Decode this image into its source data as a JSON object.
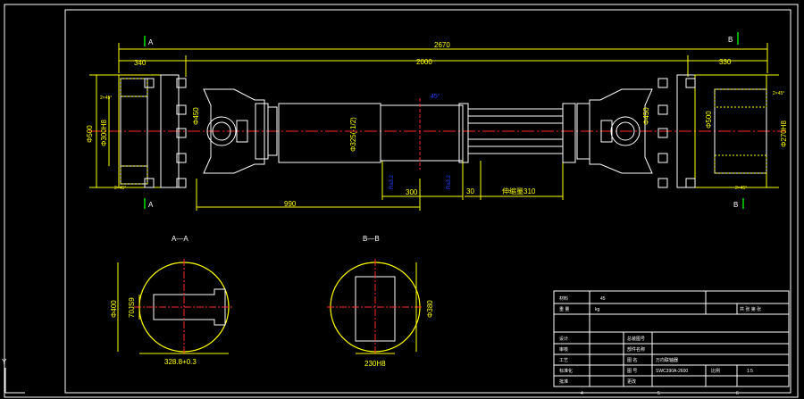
{
  "dimensions": {
    "overall_length": "2670",
    "left_flange": "340",
    "middle_span": "2000",
    "right_flange": "330",
    "joint_span": "990",
    "tube_seg": "300",
    "spline_gap": "30",
    "spline_travel": "伸缩量310",
    "phi500_left": "Φ500",
    "phi300_left": "Φ300H8",
    "phi450_left": "Φ450",
    "phi_center": "Φ325(-1/2)",
    "phi450_right": "Φ450",
    "phi500_right": "Φ500",
    "phi270_right": "Φ270H8",
    "tol_left_top": "2×45°",
    "tol_left_bot": "2×45°",
    "tol_right_top": "2×45°",
    "tol_right_bot": "2×45°",
    "blue_top": "45°",
    "blue_bot1": "Ra3.2",
    "blue_bot2": "Ra3.2"
  },
  "section_markers": {
    "a_top": "A",
    "a_bottom": "A",
    "b_top": "B",
    "b_bottom": "B"
  },
  "sections": {
    "aa_title": "A—A",
    "bb_title": "B—B",
    "aa_phi": "Φ400",
    "aa_key": "70JS9",
    "aa_bottom": "328.8+0.3",
    "bb_phi": "Φ380",
    "bb_bottom": "230H8"
  },
  "title_block": {
    "r1c1": "材料",
    "r1c2": "45",
    "r2c1": "重 量",
    "r2c2": "kg",
    "r2c4": "共 张 第 张",
    "row_a": "比例",
    "row_b": "1:5",
    "left_col": [
      "设计",
      "审核",
      "工艺",
      "标准化",
      "批准"
    ],
    "mid_col": [
      "总装图号",
      "部件名称",
      "图 名",
      "图 号",
      "更改"
    ],
    "name": "万向联轴器",
    "code": "SWC390A-2600",
    "footer": [
      "4",
      "5",
      "6"
    ]
  },
  "axis": {
    "y": "Y"
  },
  "colors": {
    "drawing": "#ffff00",
    "outline": "#ffffff",
    "center_line": "#ff2a2a",
    "annotation": "#2040ff",
    "marker": "#00e000",
    "background": "#000000"
  }
}
